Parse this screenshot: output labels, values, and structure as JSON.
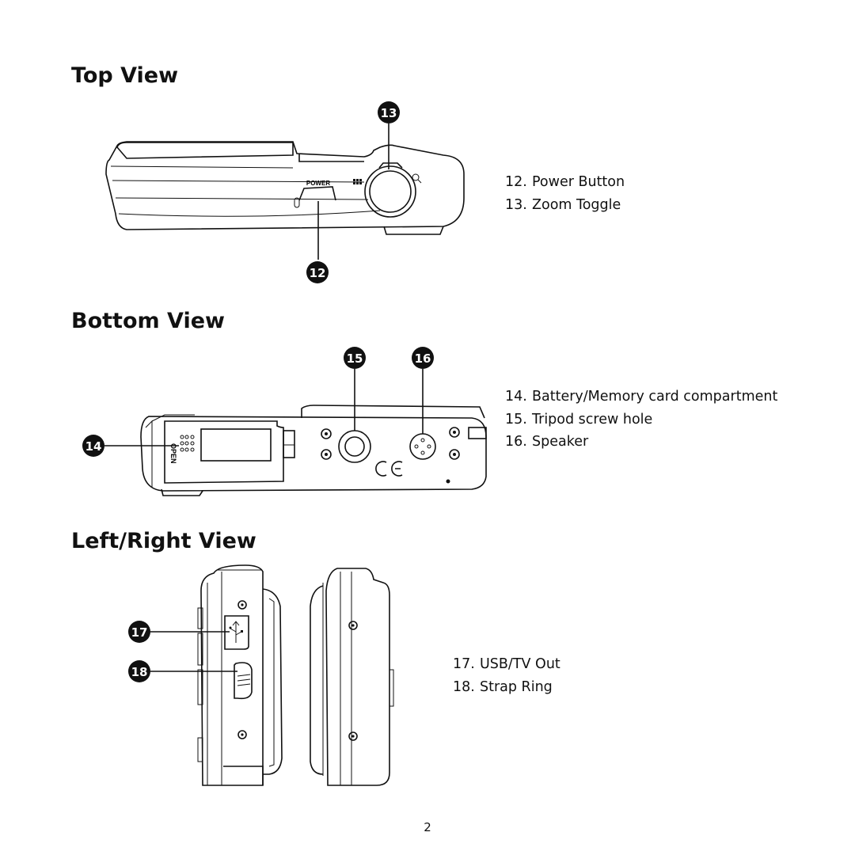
{
  "sections": {
    "top": {
      "title": "Top View",
      "power_label": "POWER",
      "callouts": [
        "13",
        "12"
      ],
      "items": [
        {
          "num": "12.",
          "label": "Power Button"
        },
        {
          "num": "13.",
          "label": "Zoom Toggle"
        }
      ]
    },
    "bottom": {
      "title": "Bottom View",
      "open_label": "OPEN",
      "callouts": [
        "15",
        "16",
        "14"
      ],
      "items": [
        {
          "num": "14.",
          "label": "Battery/Memory card compartment"
        },
        {
          "num": "15.",
          "label": "Tripod screw hole"
        },
        {
          "num": "16.",
          "label": "Speaker"
        }
      ]
    },
    "sides": {
      "title": "Left/Right View",
      "callouts": [
        "17",
        "18"
      ],
      "items": [
        {
          "num": "17.",
          "label": "USB/TV Out"
        },
        {
          "num": "18.",
          "label": "Strap Ring"
        }
      ]
    }
  },
  "page_number": "2",
  "icons": [
    "usb-icon",
    "zoom-magnifier-icon",
    "thumbnail-grid-icon"
  ]
}
